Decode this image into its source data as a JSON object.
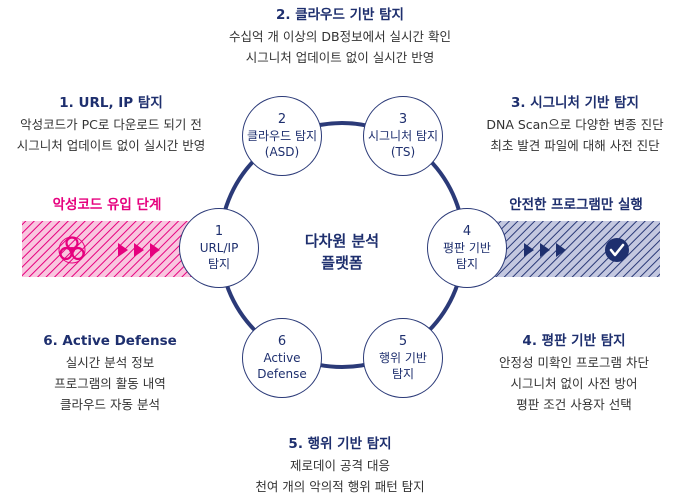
{
  "center": {
    "line1": "다차원 분석",
    "line2": "플랫폼"
  },
  "nodes": [
    {
      "num": "1",
      "l1": "URL/IP",
      "l2": "탐지"
    },
    {
      "num": "2",
      "l1": "클라우드 탐지",
      "l2": "(ASD)"
    },
    {
      "num": "3",
      "l1": "시그니처 탐지",
      "l2": "(TS)"
    },
    {
      "num": "4",
      "l1": "평판 기반",
      "l2": "탐지"
    },
    {
      "num": "5",
      "l1": "행위 기반",
      "l2": "탐지"
    },
    {
      "num": "6",
      "l1": "Active",
      "l2": "Defense"
    }
  ],
  "descriptions": {
    "cloud": {
      "title": "2. 클라우드 기반 탐지",
      "lines": [
        "수십억 개 이상의 DB정보에서 실시간 확인",
        "시그니처 업데이트 없이 실시간 반영"
      ]
    },
    "url": {
      "title": "1. URL, IP 탐지",
      "lines": [
        "악성코드가 PC로 다운로드 되기 전",
        "시그니처 업데이트 없이 실시간 반영"
      ]
    },
    "signature": {
      "title": "3. 시그니처 기반 탐지",
      "lines": [
        "DNA Scan으로 다양한 변종 진단",
        "최초 발견 파일에 대해 사전 진단"
      ]
    },
    "active": {
      "title": "6. Active Defense",
      "lines": [
        "실시간 분석 정보",
        "프로그램의 활동 내역",
        "클라우드 자동 분석"
      ]
    },
    "reputation": {
      "title": "4. 평판 기반 탐지",
      "lines": [
        "안정성 미확인 프로그램 차단",
        "시그니처 없이 사전 방어",
        "평판 조건 사용자 선택"
      ]
    },
    "behavior": {
      "title": "5. 행위 기반 탐지",
      "lines": [
        "제로데이 공격 대응",
        "천여 개의 악의적 행위 패턴 탐지"
      ]
    }
  },
  "flow": {
    "inflow_label": "악성코드 유입 단계",
    "outflow_label": "안전한 프로그램만 실행"
  },
  "icons": {
    "inflow": "biohazard-icon",
    "outflow": "check-circle-icon",
    "arrows": "play-triangle-icon"
  },
  "colors": {
    "navy": "#1e2f6e",
    "pink": "#e6007e"
  }
}
